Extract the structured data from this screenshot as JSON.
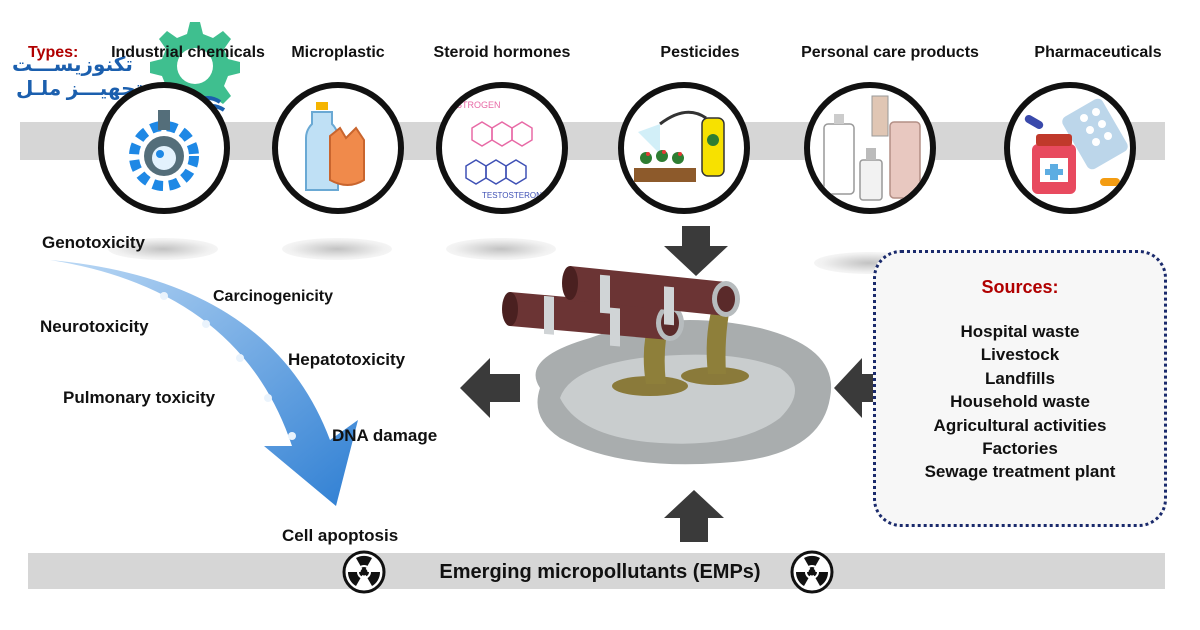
{
  "types": {
    "prefix": "Types:",
    "items": [
      {
        "label": "Industrial chemicals",
        "icon": "gear-flask-icon"
      },
      {
        "label": "Microplastic",
        "icon": "plastic-bottle-bag-icon"
      },
      {
        "label": "Steroid hormones",
        "icon": "steroid-molecule-icon"
      },
      {
        "label": "Pesticides",
        "icon": "sprayer-plants-icon"
      },
      {
        "label": "Personal care products",
        "icon": "cosmetics-bottles-icon"
      },
      {
        "label": "Pharmaceuticals",
        "icon": "pills-medicine-icon"
      }
    ],
    "steroid_labels": {
      "estrogen": "ESTROGEN",
      "testosterone": "TESTOSTERONE"
    }
  },
  "logo": {
    "line1": "تکنوزیســـت",
    "line2": "تجهیـــز ملـل"
  },
  "toxicity": {
    "items": [
      "Genotoxicity",
      "Carcinogenicity",
      "Neurotoxicity",
      "Hepatotoxicity",
      "Pulmonary toxicity",
      "DNA damage"
    ],
    "end": "Cell apoptosis"
  },
  "sources": {
    "title": "Sources:",
    "items": [
      "Hospital waste",
      "Livestock",
      "Landfills",
      "Household waste",
      "Agricultural activities",
      "Factories",
      "Sewage treatment plant"
    ]
  },
  "footer": {
    "title": "Emerging micropollutants (EMPs)"
  },
  "colors": {
    "accent_red": "#b00000",
    "logo_green": "#3fbf8f",
    "logo_blue": "#1b5fae",
    "arrow_blue": "#4a90d9",
    "box_border": "#1a2a6c"
  }
}
